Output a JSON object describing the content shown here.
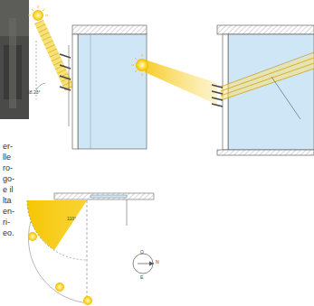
{
  "diagram": {
    "labels": [
      "er-",
      "lle",
      "ro-",
      "go-",
      "e il",
      "lta",
      "en-",
      "ri-",
      "eo.",
      "68.23°",
      "110°",
      "O",
      "N",
      "E"
    ]
  }
}
